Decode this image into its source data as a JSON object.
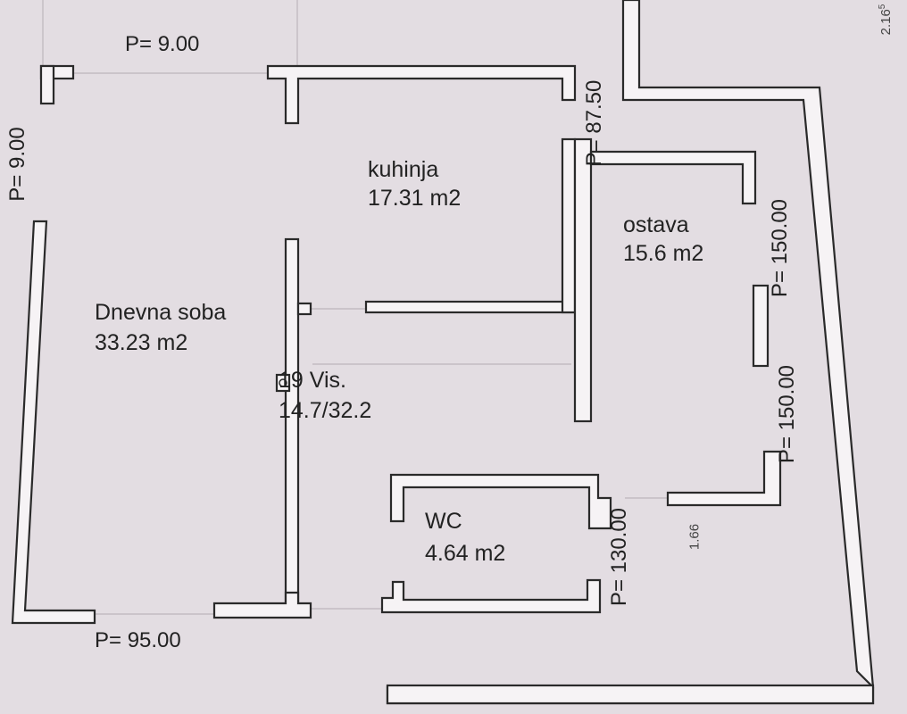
{
  "rooms": {
    "dnevna": {
      "name": "Dnevna soba",
      "area": "33.23 m2"
    },
    "kuhinja": {
      "name": "kuhinja",
      "area": "17.31 m2"
    },
    "ostava": {
      "name": "ostava",
      "area": "15.6 m2"
    },
    "wc": {
      "name": "WC",
      "area": "4.64 m2"
    },
    "hall": {
      "name": "19 Vis.",
      "area": "14.7/32.2"
    }
  },
  "dimensions": {
    "top": "P= 9.00",
    "left": "P= 9.00",
    "bottom": "P= 95.00",
    "kitchen_right": "P= 87.50",
    "storage_upper": "P= 150.00",
    "storage_lower": "P= 150.00",
    "wc_right": "P= 130.00",
    "measure": "1.66",
    "corner_top": "2.16",
    "corner_top_sup": "5"
  },
  "colors": {
    "paper": "#e3dde2",
    "wall_fill": "#f6f3f5",
    "line": "#2a2a2a"
  }
}
